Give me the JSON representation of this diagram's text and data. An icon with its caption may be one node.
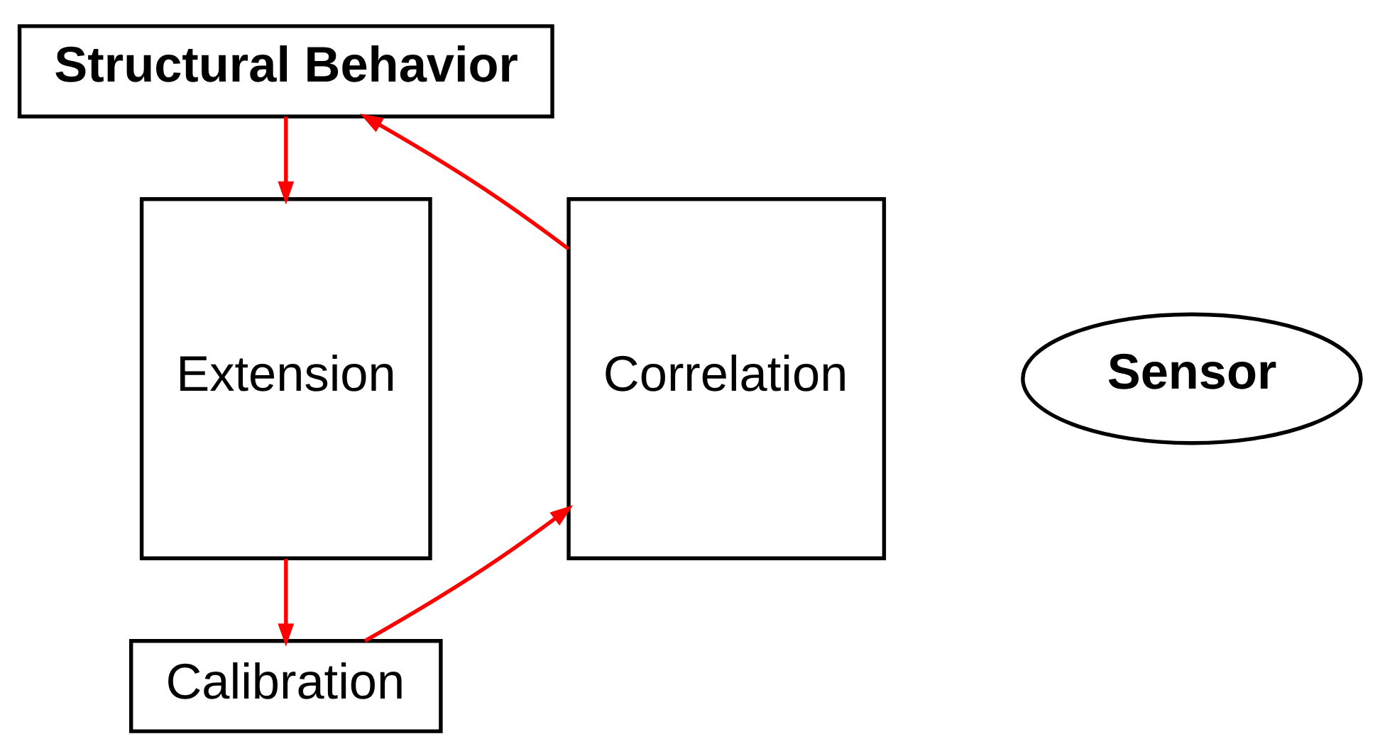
{
  "diagram": {
    "nodes": [
      {
        "text": [
          "Structural Behavior"
        ]
      },
      {
        "text": [
          "Extension"
        ]
      },
      {
        "text": [
          "Sensor"
        ]
      },
      {
        "text": [
          "Calibration"
        ]
      },
      {
        "text": [
          "Correlation"
        ]
      }
    ],
    "edges": [
      {
        "from": 0,
        "to": 1,
        "arrow": "to"
      },
      {
        "from": 1,
        "to": 3,
        "arrow": "to"
      },
      {
        "from": 3,
        "to": 4,
        "arrow": "to"
      },
      {
        "from": 4,
        "to": 0,
        "arrow": "to"
      }
    ]
  }
}
